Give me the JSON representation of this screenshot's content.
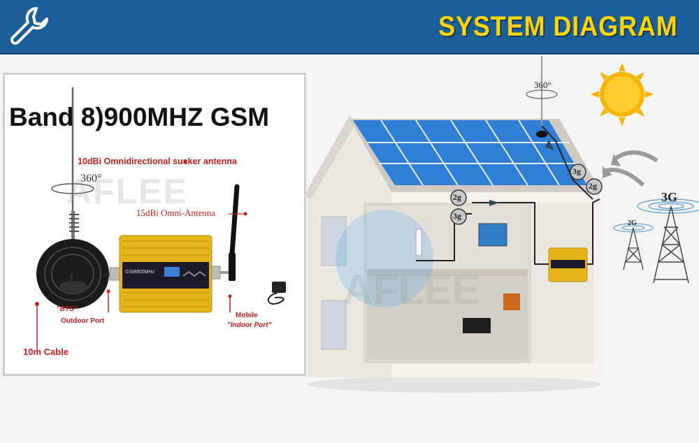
{
  "header": {
    "title": "SYSTEM DIAGRAM",
    "bg_color": "#1a5f98",
    "title_color": "#ffd400",
    "icon": "wrench-icon"
  },
  "left_panel": {
    "title": "Band 8)900MHZ GSM",
    "antenna_sucker_label": "10dBi Omnidirectional sucker antenna",
    "rotation_label": "360°",
    "watermark": "AFLEE",
    "omni_antenna_label": "15dBi Omni-Antenna",
    "bts_label": "\"BTS\"",
    "outdoor_port_label": "Outdoor Port",
    "mobile_label": "Mobile",
    "indoor_port_label": "\"Indoor Port\"",
    "cable_label": "10m Cable",
    "device_screen_text": "GSM900MHz",
    "label_color": "#c8201e"
  },
  "right_scene": {
    "rotation_label": "360°",
    "badges": [
      "3g",
      "2g",
      "2g",
      "3g"
    ],
    "tower_big_label": "3G",
    "tower_small_label": "2G",
    "watermark": "AFLEE"
  }
}
